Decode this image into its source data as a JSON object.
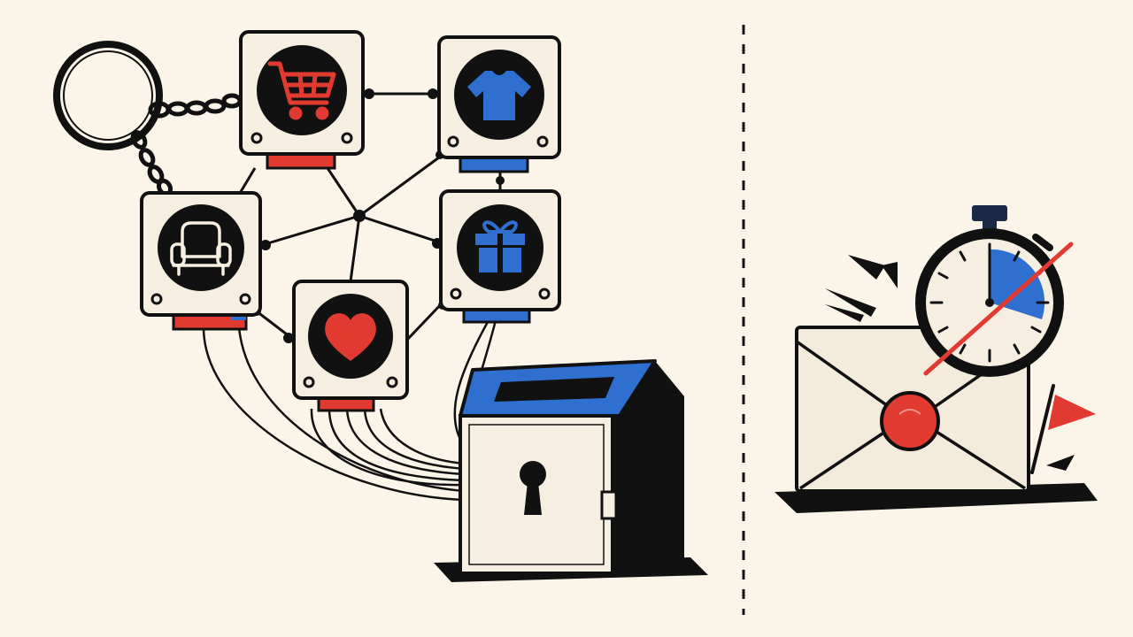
{
  "palette": {
    "background": "#fbf5e9",
    "ink": "#111111",
    "card": "#f6efe1",
    "red": "#e03a31",
    "blue": "#2f6fd0",
    "envelope": "#f3ecdd"
  },
  "left_panel": {
    "keyring": {
      "icon": "keyring-icon"
    },
    "nodes": [
      {
        "icon": "shopping-cart-icon",
        "tab_color": "red"
      },
      {
        "icon": "t-shirt-icon",
        "tab_color": "blue"
      },
      {
        "icon": "armchair-icon",
        "tab_color": "red"
      },
      {
        "icon": "gift-icon",
        "tab_color": "blue"
      },
      {
        "icon": "heart-icon",
        "tab_color": "red"
      }
    ],
    "lockbox": {
      "icon": "lockbox-icon",
      "lid_color": "blue"
    }
  },
  "divider": {
    "style": "dashed"
  },
  "right_panel": {
    "envelope": {
      "icon": "envelope-icon",
      "seal_color": "red"
    },
    "stopwatch": {
      "icon": "stopwatch-icon",
      "elapsed_fraction": 0.3,
      "crossed_out": true
    },
    "flag": {
      "icon": "flag-icon",
      "color": "red"
    }
  }
}
